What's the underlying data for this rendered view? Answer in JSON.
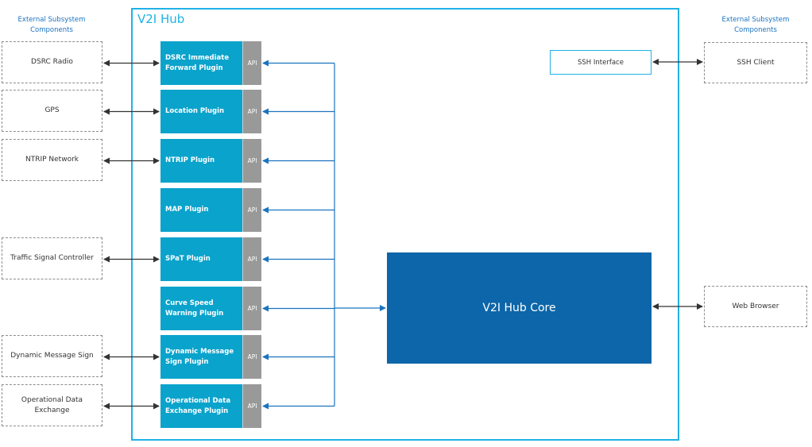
{
  "hub_title": "V2I Hub",
  "external_heading_left": [
    "External Subsystem",
    "Components"
  ],
  "external_heading_right": [
    "External Subsystem",
    "Components"
  ],
  "plugins": [
    {
      "label": [
        "DSRC Immediate",
        "Forward Plugin"
      ],
      "api": "API",
      "external": [
        "DSRC Radio"
      ]
    },
    {
      "label": [
        "Location Plugin"
      ],
      "api": "API",
      "external": [
        "GPS"
      ]
    },
    {
      "label": [
        "NTRIP Plugin"
      ],
      "api": "API",
      "external": [
        "NTRIP Network"
      ]
    },
    {
      "label": [
        "MAP Plugin"
      ],
      "api": "API",
      "external": null
    },
    {
      "label": [
        "SPaT Plugin"
      ],
      "api": "API",
      "external": [
        "Traffic Signal Controller"
      ]
    },
    {
      "label": [
        "Curve Speed",
        "Warning Plugin"
      ],
      "api": "API",
      "external": null
    },
    {
      "label": [
        "Dynamic Message",
        "Sign Plugin"
      ],
      "api": "API",
      "external": [
        "Dynamic Message Sign"
      ]
    },
    {
      "label": [
        "Operational Data",
        "Exchange Plugin"
      ],
      "api": "API",
      "external": [
        "Operational Data",
        "Exchange"
      ]
    }
  ],
  "core_label": "V2I Hub Core",
  "ssh_interface": "SSH Interface",
  "ssh_client": "SSH Client",
  "web_browser": "Web Browser",
  "colors": {
    "hub_border": "#1fb2e6",
    "plugin_fill": "#0aa3cc",
    "api_fill": "#999999",
    "core_fill": "#0c66a9",
    "connector_blue": "#1a73c0",
    "connector_dark": "#333333"
  }
}
